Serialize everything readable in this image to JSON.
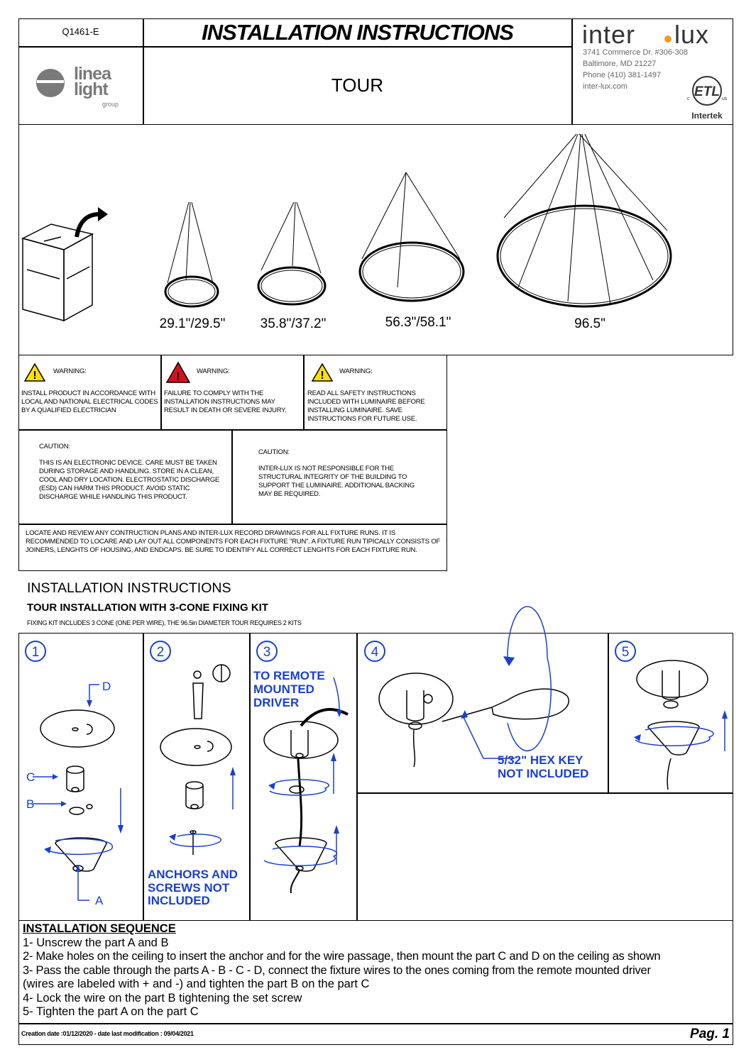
{
  "header": {
    "code": "Q1461-E",
    "title": "INSTALLATION INSTRUCTIONS",
    "product": "TOUR",
    "linea_logo": {
      "line1": "linea",
      "line2": "light",
      "line3": "group"
    },
    "interlux": {
      "brand_left": "inter",
      "brand_right": "lux",
      "address1": "3741 Commerce Dr. #306-308",
      "address2": "Baltimore, MD 21227",
      "phone": "Phone (410) 381-1497",
      "web": "inter-lux.com"
    },
    "cert": {
      "name": "Intertek",
      "c": "c",
      "us": "us"
    }
  },
  "sizes": [
    "29.1\"/29.5\"",
    "35.8\"/37.2\"",
    "56.3\"/58.1\"",
    "96.5\""
  ],
  "warnings": [
    {
      "title": "WARNING:",
      "text": "INSTALL PRODUCT IN ACCORDANCE WITH LOCAL AND NATIONAL ELECTRICAL CODES BY A QUALIFIED ELECTRICIAN",
      "color": "#ffe000"
    },
    {
      "title": "WARNING:",
      "text": "FAILURE TO COMPLY WITH THE INSTALLATION INSTRUCTIONS MAY RESULT IN DEATH OR SEVERE INJURY.",
      "color": "#d8101c"
    },
    {
      "title": "WARNING:",
      "text": "READ ALL SAFETY INSTRUCTIONS INCLUDED WITH LUMINAIRE BEFORE INSTALLING LUMINAIRE. SAVE INSTRUCTIONS FOR FUTURE USE.",
      "color": "#ffe000"
    }
  ],
  "cautions": [
    {
      "title": "CAUTION:",
      "text": "THIS IS AN ELECTRONIC DEVICE. CARE MUST BE TAKEN DURING STORAGE AND HANDLING. STORE IN A CLEAN, COOL AND DRY LOCATION. ELECTROSTATIC DISCHARGE (ESD) CAN HARM THIS PRODUCT. AVOID STATIC DISCHARGE WHILE HANDLING THIS PRODUCT."
    },
    {
      "title": "CAUTION:",
      "text": "INTER-LUX IS NOT RESPONSIBLE FOR THE STRUCTURAL INTEGRITY OF THE BUILDING TO SUPPORT THE LUMINAIRE. ADDITIONAL BACKING MAY BE REQUIRED."
    }
  ],
  "locate_note": "LOCATE AND REVIEW ANY CONTRUCTION PLANS AND INTER-LUX RECORD DRAWINGS FOR ALL FIXTURE RUNS. IT IS RECOMMENDED TO LOCARE AND LAY OUT ALL COMPONENTS FOR EACH FIXTURE \"RUN\". A FIXTURE RUN TIPICALLY CONSISTS OF JOINERS, LENGHTS OF HOUSING, AND ENDCAPS. BE SURE TO IDENTIFY ALL CORRECT LENGHTS FOR EACH FIXTURE RUN.",
  "section": {
    "title": "INSTALLATION INSTRUCTIONS",
    "subtitle": "TOUR INSTALLATION WITH 3-CONE FIXING KIT",
    "note": "FIXING KIT INCLUDES 3 CONE (ONE PER WIRE), THE 96.5in DIAMETER TOUR REQUIRES 2 KITS"
  },
  "steps": {
    "numbers": [
      "1",
      "2",
      "3",
      "4",
      "5"
    ],
    "parts": {
      "a": "A",
      "b": "B",
      "c": "C",
      "d": "D"
    },
    "remote_driver": "TO REMOTE MOUNTED DRIVER",
    "anchors": "ANCHORS AND SCREWS NOT INCLUDED",
    "hex_key": "5/32\" HEX KEY NOT INCLUDED"
  },
  "sequence": {
    "title": "INSTALLATION SEQUENCE",
    "lines": [
      "1- Unscrew the part A and B",
      "2- Make holes on the ceiling to insert the anchor and for the wire passage, then mount the part C and D on the ceiling as shown",
      "3- Pass the cable through the parts A - B - C - D, connect the fixture wires to the ones coming from the remote mounted driver",
      "(wires are labeled with + and -) and tighten the part B on the part C",
      "4- Lock the wire on the part B tightening the set screw",
      "5- Tighten the part A on the part C"
    ]
  },
  "footer": {
    "dates": "Creation date :01/12/2020 - date last modification : 09/04/2021",
    "page": "Pag. 1"
  }
}
